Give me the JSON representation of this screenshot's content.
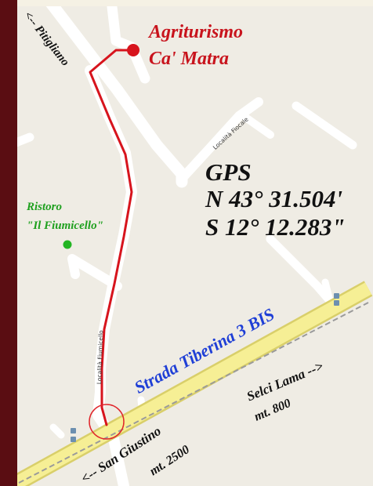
{
  "colors": {
    "sidebar": "#5a0d12",
    "map_background": "#efece4",
    "road": "#ffffff",
    "main_road": "#f6ef95",
    "main_road_border": "#d9cf6a",
    "railway": "#9a9a9a",
    "route": "#d7141d",
    "destination_marker": "#d7141d",
    "restaurant_marker": "#22b522",
    "title_text": "#c8141d",
    "restaurant_text": "#1ea01e",
    "strada_text": "#1f3fd6",
    "dark_text": "#111111",
    "highlight_circle": "#e0252b"
  },
  "title": {
    "line1": "Agriturismo",
    "line2": "Ca' Matra"
  },
  "gps": {
    "label": "GPS",
    "north": "N 43° 31.504'",
    "south": "S 12° 12.283\""
  },
  "restaurant": {
    "line1": "Ristoro",
    "line2": "\"Il Fiumicello\""
  },
  "roads": {
    "pitigliano": "<-- Pitigliano",
    "strada": "Strada Tiberina 3 BIS",
    "fiumicello": "Località Fiumicello",
    "fiocale": "Località Fiocale"
  },
  "directions": {
    "selci": "Selci Lama -->",
    "selci_distance": "mt. 800",
    "san_giustino": "<-- San Giustino",
    "san_giustino_distance": "mt. 2500"
  },
  "icons": {
    "destination": "location-dot-icon",
    "restaurant": "location-dot-icon",
    "crossing": "circle-highlight-icon",
    "stations": "station-icon"
  }
}
